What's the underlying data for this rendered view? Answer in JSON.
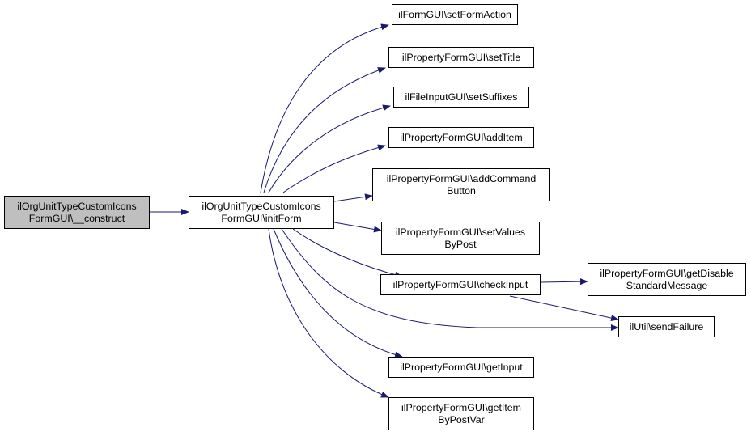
{
  "colors": {
    "edge": "#191970",
    "root_fill": "#bfbfbf",
    "node_fill": "#ffffff",
    "border": "#000000"
  },
  "nodes": {
    "construct": {
      "lines": [
        "ilOrgUnitTypeCustomIcons",
        "FormGUI\\__construct"
      ]
    },
    "initForm": {
      "lines": [
        "ilOrgUnitTypeCustomIcons",
        "FormGUI\\initForm"
      ]
    },
    "setFormAction": {
      "lines": [
        "ilFormGUI\\setFormAction"
      ]
    },
    "setTitle": {
      "lines": [
        "ilPropertyFormGUI\\setTitle"
      ]
    },
    "setSuffixes": {
      "lines": [
        "ilFileInputGUI\\setSuffixes"
      ]
    },
    "addItem": {
      "lines": [
        "ilPropertyFormGUI\\addItem"
      ]
    },
    "addCommandButton": {
      "lines": [
        "ilPropertyFormGUI\\addCommand",
        "Button"
      ]
    },
    "setValuesByPost": {
      "lines": [
        "ilPropertyFormGUI\\setValues",
        "ByPost"
      ]
    },
    "checkInput": {
      "lines": [
        "ilPropertyFormGUI\\checkInput"
      ]
    },
    "getDisableStandardMessage": {
      "lines": [
        "ilPropertyFormGUI\\getDisable",
        "StandardMessage"
      ]
    },
    "sendFailure": {
      "lines": [
        "ilUtil\\sendFailure"
      ]
    },
    "getInput": {
      "lines": [
        "ilPropertyFormGUI\\getInput"
      ]
    },
    "getItemByPostVar": {
      "lines": [
        "ilPropertyFormGUI\\getItem",
        "ByPostVar"
      ]
    }
  },
  "edges": [
    [
      "construct",
      "initForm"
    ],
    [
      "initForm",
      "setFormAction"
    ],
    [
      "initForm",
      "setTitle"
    ],
    [
      "initForm",
      "setSuffixes"
    ],
    [
      "initForm",
      "addItem"
    ],
    [
      "initForm",
      "addCommandButton"
    ],
    [
      "initForm",
      "setValuesByPost"
    ],
    [
      "initForm",
      "checkInput"
    ],
    [
      "initForm",
      "sendFailure"
    ],
    [
      "initForm",
      "getInput"
    ],
    [
      "initForm",
      "getItemByPostVar"
    ],
    [
      "checkInput",
      "getDisableStandardMessage"
    ],
    [
      "checkInput",
      "sendFailure"
    ]
  ]
}
